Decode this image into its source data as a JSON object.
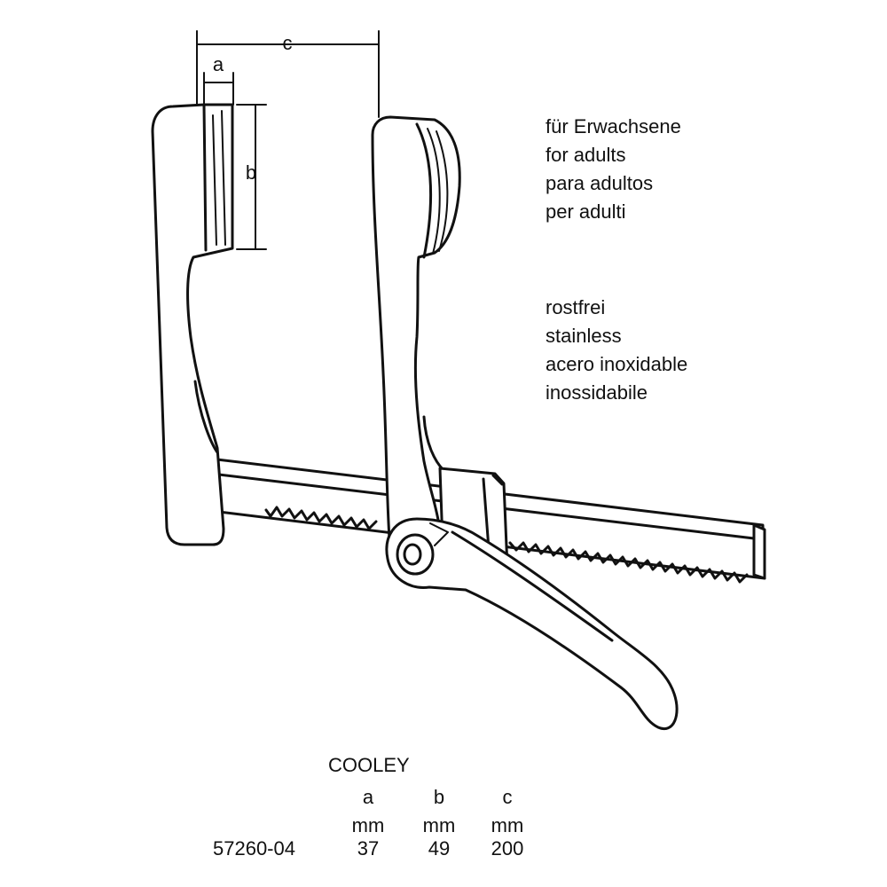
{
  "diagram": {
    "labels": {
      "a": "a",
      "b": "b",
      "c": "c"
    }
  },
  "specs": {
    "age_group": [
      "für Erwachsene",
      "for adults",
      "para adultos",
      "per adulti"
    ],
    "material": [
      "rostfrei",
      "stainless",
      "acero inoxidable",
      "inossidabile"
    ]
  },
  "table": {
    "model": "COOLEY",
    "columns": [
      "a",
      "b",
      "c"
    ],
    "units": [
      "mm",
      "mm",
      "mm"
    ],
    "rows": [
      {
        "part_number": "57260-04",
        "a": "37",
        "b": "49",
        "c": "200"
      }
    ]
  }
}
